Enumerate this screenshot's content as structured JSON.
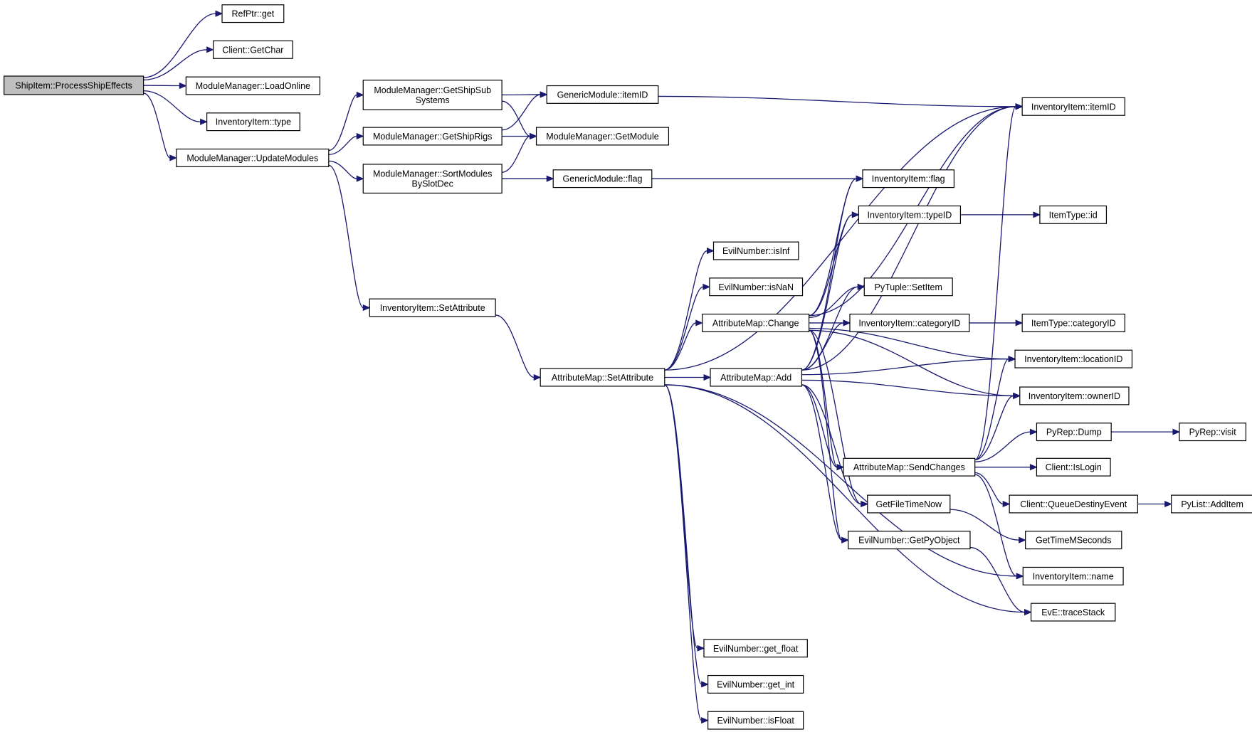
{
  "root": "ShipItem::ProcessShipEffects",
  "colors": {
    "edge": "#191970",
    "node_fill": "#ffffff",
    "root_fill": "#bfbfbf",
    "border": "#000000"
  },
  "nodes": [
    {
      "id": "ShipItem::ProcessShipEffects",
      "label": [
        "ShipItem::ProcessShipEffects"
      ]
    },
    {
      "id": "RefPtr::get",
      "label": [
        "RefPtr::get"
      ]
    },
    {
      "id": "Client::GetChar",
      "label": [
        "Client::GetChar"
      ]
    },
    {
      "id": "ModuleManager::LoadOnline",
      "label": [
        "ModuleManager::LoadOnline"
      ]
    },
    {
      "id": "InventoryItem::type",
      "label": [
        "InventoryItem::type"
      ]
    },
    {
      "id": "ModuleManager::UpdateModules",
      "label": [
        "ModuleManager::UpdateModules"
      ]
    },
    {
      "id": "ModuleManager::GetShipSubSystems",
      "label": [
        "ModuleManager::GetShipSub",
        "Systems"
      ]
    },
    {
      "id": "ModuleManager::GetShipRigs",
      "label": [
        "ModuleManager::GetShipRigs"
      ]
    },
    {
      "id": "ModuleManager::SortModulesBySlotDec",
      "label": [
        "ModuleManager::SortModules",
        "BySlotDec"
      ]
    },
    {
      "id": "InventoryItem::SetAttribute",
      "label": [
        "InventoryItem::SetAttribute"
      ]
    },
    {
      "id": "GenericModule::itemID",
      "label": [
        "GenericModule::itemID"
      ]
    },
    {
      "id": "ModuleManager::GetModule",
      "label": [
        "ModuleManager::GetModule"
      ]
    },
    {
      "id": "GenericModule::flag",
      "label": [
        "GenericModule::flag"
      ]
    },
    {
      "id": "AttributeMap::SetAttribute",
      "label": [
        "AttributeMap::SetAttribute"
      ]
    },
    {
      "id": "EvilNumber::isInf",
      "label": [
        "EvilNumber::isInf"
      ]
    },
    {
      "id": "EvilNumber::isNaN",
      "label": [
        "EvilNumber::isNaN"
      ]
    },
    {
      "id": "AttributeMap::Change",
      "label": [
        "AttributeMap::Change"
      ]
    },
    {
      "id": "AttributeMap::Add",
      "label": [
        "AttributeMap::Add"
      ]
    },
    {
      "id": "EvilNumber::get_float",
      "label": [
        "EvilNumber::get_float"
      ]
    },
    {
      "id": "EvilNumber::get_int",
      "label": [
        "EvilNumber::get_int"
      ]
    },
    {
      "id": "EvilNumber::isFloat",
      "label": [
        "EvilNumber::isFloat"
      ]
    },
    {
      "id": "InventoryItem::flag",
      "label": [
        "InventoryItem::flag"
      ]
    },
    {
      "id": "InventoryItem::typeID",
      "label": [
        "InventoryItem::typeID"
      ]
    },
    {
      "id": "PyTuple::SetItem",
      "label": [
        "PyTuple::SetItem"
      ]
    },
    {
      "id": "InventoryItem::categoryID",
      "label": [
        "InventoryItem::categoryID"
      ]
    },
    {
      "id": "AttributeMap::SendChanges",
      "label": [
        "AttributeMap::SendChanges"
      ]
    },
    {
      "id": "GetFileTimeNow",
      "label": [
        "GetFileTimeNow"
      ]
    },
    {
      "id": "EvilNumber::GetPyObject",
      "label": [
        "EvilNumber::GetPyObject"
      ]
    },
    {
      "id": "InventoryItem::itemID",
      "label": [
        "InventoryItem::itemID"
      ]
    },
    {
      "id": "ItemType::id",
      "label": [
        "ItemType::id"
      ]
    },
    {
      "id": "ItemType::categoryID",
      "label": [
        "ItemType::categoryID"
      ]
    },
    {
      "id": "InventoryItem::locationID",
      "label": [
        "InventoryItem::locationID"
      ]
    },
    {
      "id": "InventoryItem::ownerID",
      "label": [
        "InventoryItem::ownerID"
      ]
    },
    {
      "id": "PyRep::Dump",
      "label": [
        "PyRep::Dump"
      ]
    },
    {
      "id": "Client::IsLogin",
      "label": [
        "Client::IsLogin"
      ]
    },
    {
      "id": "Client::QueueDestinyEvent",
      "label": [
        "Client::QueueDestinyEvent"
      ]
    },
    {
      "id": "GetTimeMSeconds",
      "label": [
        "GetTimeMSeconds"
      ]
    },
    {
      "id": "InventoryItem::name",
      "label": [
        "InventoryItem::name"
      ]
    },
    {
      "id": "EvE::traceStack",
      "label": [
        "EvE::traceStack"
      ]
    },
    {
      "id": "PyRep::visit",
      "label": [
        "PyRep::visit"
      ]
    },
    {
      "id": "PyList::AddItem",
      "label": [
        "PyList::AddItem"
      ]
    }
  ],
  "edges": [
    [
      "ShipItem::ProcessShipEffects",
      "RefPtr::get"
    ],
    [
      "ShipItem::ProcessShipEffects",
      "Client::GetChar"
    ],
    [
      "ShipItem::ProcessShipEffects",
      "ModuleManager::LoadOnline"
    ],
    [
      "ShipItem::ProcessShipEffects",
      "InventoryItem::type"
    ],
    [
      "ShipItem::ProcessShipEffects",
      "ModuleManager::UpdateModules"
    ],
    [
      "ModuleManager::UpdateModules",
      "ModuleManager::GetShipSubSystems"
    ],
    [
      "ModuleManager::UpdateModules",
      "ModuleManager::GetShipRigs"
    ],
    [
      "ModuleManager::UpdateModules",
      "ModuleManager::SortModulesBySlotDec"
    ],
    [
      "ModuleManager::UpdateModules",
      "InventoryItem::SetAttribute"
    ],
    [
      "ModuleManager::GetShipSubSystems",
      "GenericModule::itemID"
    ],
    [
      "ModuleManager::GetShipSubSystems",
      "ModuleManager::GetModule"
    ],
    [
      "ModuleManager::GetShipRigs",
      "GenericModule::itemID"
    ],
    [
      "ModuleManager::GetShipRigs",
      "ModuleManager::GetModule"
    ],
    [
      "ModuleManager::SortModulesBySlotDec",
      "ModuleManager::GetModule"
    ],
    [
      "ModuleManager::SortModulesBySlotDec",
      "GenericModule::flag"
    ],
    [
      "GenericModule::itemID",
      "InventoryItem::itemID"
    ],
    [
      "GenericModule::flag",
      "InventoryItem::flag"
    ],
    [
      "InventoryItem::SetAttribute",
      "AttributeMap::SetAttribute"
    ],
    [
      "AttributeMap::SetAttribute",
      "EvilNumber::isInf"
    ],
    [
      "AttributeMap::SetAttribute",
      "EvilNumber::isNaN"
    ],
    [
      "AttributeMap::SetAttribute",
      "AttributeMap::Change"
    ],
    [
      "AttributeMap::SetAttribute",
      "AttributeMap::Add"
    ],
    [
      "AttributeMap::SetAttribute",
      "InventoryItem::itemID"
    ],
    [
      "AttributeMap::SetAttribute",
      "InventoryItem::name"
    ],
    [
      "AttributeMap::SetAttribute",
      "EvE::traceStack"
    ],
    [
      "AttributeMap::SetAttribute",
      "EvilNumber::get_float"
    ],
    [
      "AttributeMap::SetAttribute",
      "EvilNumber::get_int"
    ],
    [
      "AttributeMap::SetAttribute",
      "EvilNumber::isFloat"
    ],
    [
      "AttributeMap::Change",
      "InventoryItem::itemID"
    ],
    [
      "AttributeMap::Change",
      "InventoryItem::flag"
    ],
    [
      "AttributeMap::Change",
      "InventoryItem::typeID"
    ],
    [
      "AttributeMap::Change",
      "PyTuple::SetItem"
    ],
    [
      "AttributeMap::Change",
      "InventoryItem::categoryID"
    ],
    [
      "AttributeMap::Change",
      "InventoryItem::locationID"
    ],
    [
      "AttributeMap::Change",
      "InventoryItem::ownerID"
    ],
    [
      "AttributeMap::Change",
      "AttributeMap::SendChanges"
    ],
    [
      "AttributeMap::Change",
      "GetFileTimeNow"
    ],
    [
      "AttributeMap::Change",
      "EvilNumber::GetPyObject"
    ],
    [
      "AttributeMap::Add",
      "InventoryItem::itemID"
    ],
    [
      "AttributeMap::Add",
      "InventoryItem::flag"
    ],
    [
      "AttributeMap::Add",
      "InventoryItem::typeID"
    ],
    [
      "AttributeMap::Add",
      "PyTuple::SetItem"
    ],
    [
      "AttributeMap::Add",
      "InventoryItem::categoryID"
    ],
    [
      "AttributeMap::Add",
      "InventoryItem::locationID"
    ],
    [
      "AttributeMap::Add",
      "InventoryItem::ownerID"
    ],
    [
      "AttributeMap::Add",
      "AttributeMap::SendChanges"
    ],
    [
      "AttributeMap::Add",
      "GetFileTimeNow"
    ],
    [
      "AttributeMap::Add",
      "EvilNumber::GetPyObject"
    ],
    [
      "InventoryItem::typeID",
      "ItemType::id"
    ],
    [
      "InventoryItem::categoryID",
      "ItemType::categoryID"
    ],
    [
      "AttributeMap::SendChanges",
      "InventoryItem::itemID"
    ],
    [
      "AttributeMap::SendChanges",
      "InventoryItem::locationID"
    ],
    [
      "AttributeMap::SendChanges",
      "InventoryItem::ownerID"
    ],
    [
      "AttributeMap::SendChanges",
      "PyRep::Dump"
    ],
    [
      "AttributeMap::SendChanges",
      "Client::IsLogin"
    ],
    [
      "AttributeMap::SendChanges",
      "Client::QueueDestinyEvent"
    ],
    [
      "AttributeMap::SendChanges",
      "InventoryItem::name"
    ],
    [
      "GetFileTimeNow",
      "GetTimeMSeconds"
    ],
    [
      "EvilNumber::GetPyObject",
      "EvE::traceStack"
    ],
    [
      "PyRep::Dump",
      "PyRep::visit"
    ],
    [
      "Client::QueueDestinyEvent",
      "PyList::AddItem"
    ]
  ]
}
